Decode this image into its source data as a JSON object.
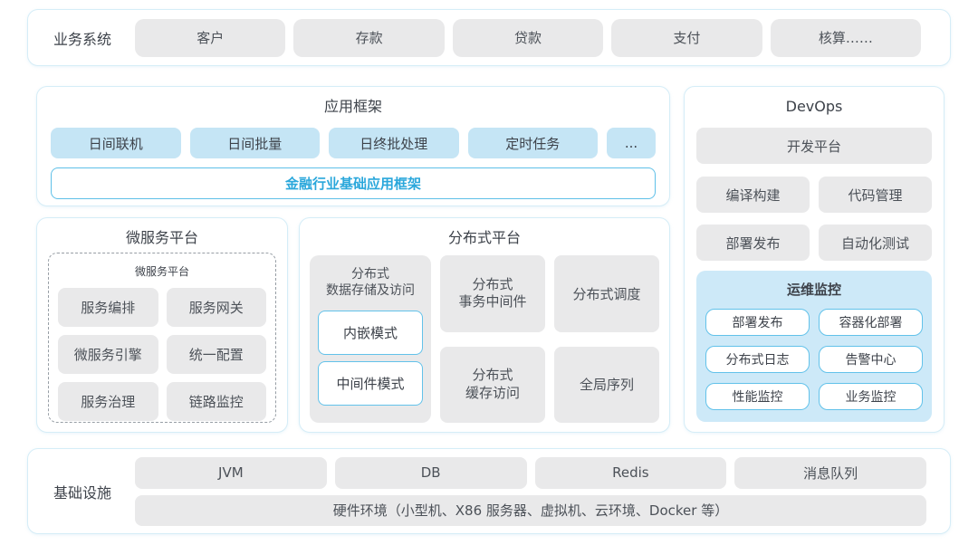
{
  "colors": {
    "section_border": "#d5edf7",
    "gray_box_bg": "#e9e9ea",
    "blue_box_bg": "#c5e5f5",
    "monitor_panel_bg": "#cde9f8",
    "accent_blue_border": "#62c2ea",
    "accent_blue_text": "#2aa7db",
    "text": "#3d424a"
  },
  "business_system": {
    "label": "业务系统",
    "items": [
      "客户",
      "存款",
      "贷款",
      "支付",
      "核算……"
    ]
  },
  "app_framework": {
    "title": "应用框架",
    "modules": [
      "日间联机",
      "日间批量",
      "日终批处理",
      "定时任务",
      "..."
    ],
    "base_framework": "金融行业基础应用框架"
  },
  "devops": {
    "title": "DevOps",
    "dev_platform": "开发平台",
    "tools": [
      "编译构建",
      "代码管理",
      "部署发布",
      "自动化测试"
    ],
    "ops_monitor": {
      "title": "运维监控",
      "items": [
        "部署发布",
        "容器化部署",
        "分布式日志",
        "告警中心",
        "性能监控",
        "业务监控"
      ]
    }
  },
  "microservice_platform": {
    "title": "微服务平台",
    "inner_title": "微服务平台",
    "items": [
      "服务编排",
      "服务网关",
      "微服务引擎",
      "统一配置",
      "服务治理",
      "链路监控"
    ]
  },
  "distributed_platform": {
    "title": "分布式平台",
    "data_storage": {
      "title": "分布式\n数据存储及访问",
      "modes": [
        "内嵌模式",
        "中间件模式"
      ]
    },
    "transaction_middleware": "分布式\n事务中间件",
    "scheduler": "分布式调度",
    "cache_access": "分布式\n缓存访问",
    "global_sequence": "全局序列"
  },
  "infrastructure": {
    "label": "基础设施",
    "items": [
      "JVM",
      "DB",
      "Redis",
      "消息队列"
    ],
    "hardware": "硬件环境（小型机、X86 服务器、虚拟机、云环境、Docker 等）"
  }
}
